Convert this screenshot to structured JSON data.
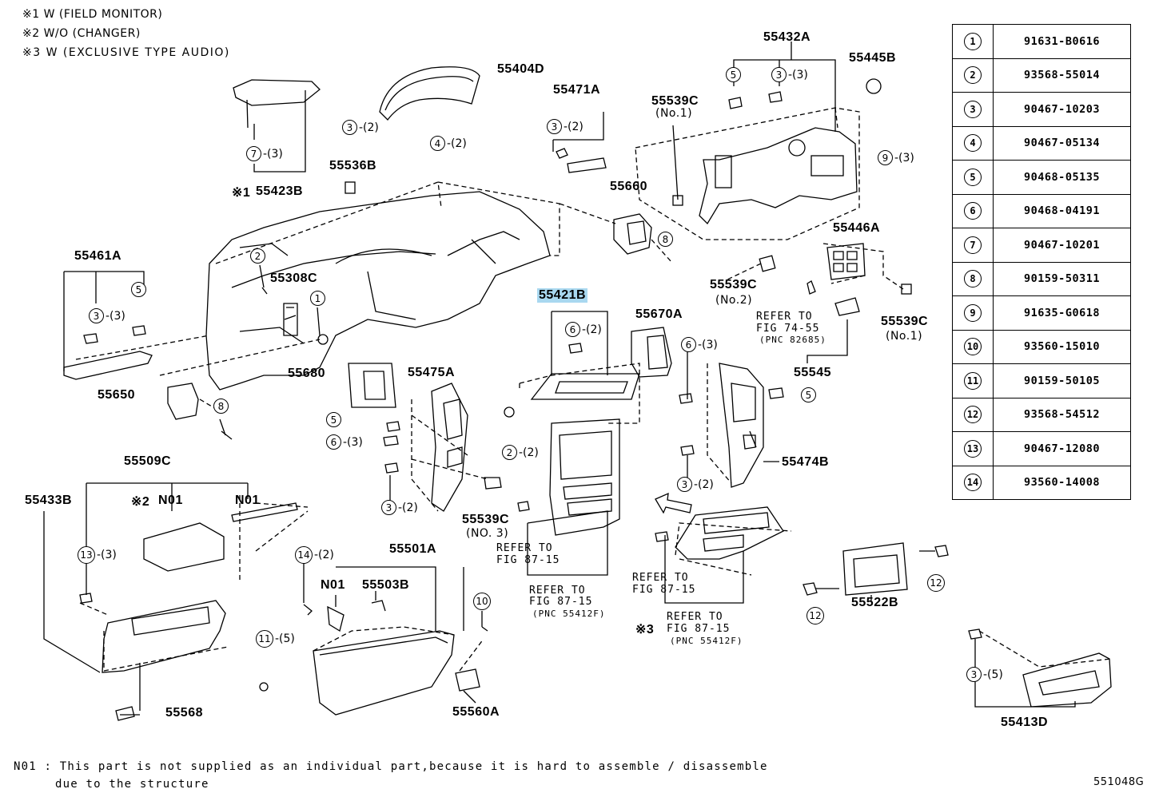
{
  "notes": {
    "n1": "※1 W (FIELD MONITOR)",
    "n2": "※2 W/O (CHANGER)",
    "n3": "※3 W (EXCLUSIVE TYPE AUDIO)"
  },
  "footer": {
    "n01_line1": "N01 : This part is not supplied as an individual part,because it is hard to assemble / disassemble",
    "n01_line2": "due to the structure",
    "diagram_code": "551048G"
  },
  "parts_table": [
    {
      "num": "1",
      "pn": "91631-B0616"
    },
    {
      "num": "2",
      "pn": "93568-55014"
    },
    {
      "num": "3",
      "pn": "90467-10203"
    },
    {
      "num": "4",
      "pn": "90467-05134"
    },
    {
      "num": "5",
      "pn": "90468-05135"
    },
    {
      "num": "6",
      "pn": "90468-04191"
    },
    {
      "num": "7",
      "pn": "90467-10201"
    },
    {
      "num": "8",
      "pn": "90159-50311"
    },
    {
      "num": "9",
      "pn": "91635-G0618"
    },
    {
      "num": "10",
      "pn": "93560-15010"
    },
    {
      "num": "11",
      "pn": "90159-50105"
    },
    {
      "num": "12",
      "pn": "93568-54512"
    },
    {
      "num": "13",
      "pn": "90467-12080"
    },
    {
      "num": "14",
      "pn": "93560-14008"
    }
  ],
  "labels": {
    "p55404D": "55404D",
    "p55423B": "55423B",
    "p55423B_mark": "※1",
    "p55536B": "55536B",
    "p55471A": "55471A",
    "p55539C_top": "55539C",
    "p55539C_top_sub": "(No.1)",
    "p55432A": "55432A",
    "p55445B": "55445B",
    "p55660": "55660",
    "p55461A": "55461A",
    "p55308C": "55308C",
    "p55446A": "55446A",
    "p55539C_mid": "55539C",
    "p55539C_mid_sub": "(No.2)",
    "p55421B": "55421B",
    "p55670A": "55670A",
    "p55539C_right": "55539C",
    "p55539C_right_sub": "(No.1)",
    "p55545": "55545",
    "p55680": "55680",
    "p55475A": "55475A",
    "p55650": "55650",
    "p55474B": "55474B",
    "p55509C": "55509C",
    "p55433B": "55433B",
    "N01_a": "N01",
    "N01_a_mark": "※2",
    "N01_b": "N01",
    "p55539C_no3": "55539C",
    "p55539C_no3_sub": "(NO. 3)",
    "p55501A": "55501A",
    "N01_c": "N01",
    "p55503B": "55503B",
    "p55522B": "55522B",
    "p55568": "55568",
    "p55560A": "55560A",
    "p55413D": "55413D",
    "ref_7455_l1": "REFER TO",
    "ref_7455_l2": "FIG 74-55",
    "ref_7455_l3": "(PNC 82685)",
    "ref_8715a_l1": "REFER TO",
    "ref_8715a_l2": "FIG 87-15",
    "ref_8715b_l1": "REFER TO",
    "ref_8715b_l2": "FIG 87-15",
    "ref_8715b_l3": "(PNC 55412F)",
    "ref_8715c_l1": "REFER TO",
    "ref_8715c_l2": "FIG 87-15",
    "ref_8715d_l1": "REFER TO",
    "ref_8715d_l2": "FIG 87-15",
    "ref_8715d_l3": "(PNC 55412F)",
    "ref_8715d_mark": "※3"
  },
  "callouts": [
    {
      "id": "c1",
      "num": "7",
      "qty": "-(3)"
    },
    {
      "id": "c2",
      "num": "3",
      "qty": "-(2)"
    },
    {
      "id": "c3",
      "num": "4",
      "qty": "-(2)"
    },
    {
      "id": "c4",
      "num": "3",
      "qty": "-(2)"
    },
    {
      "id": "c5",
      "num": "5",
      "qty": ""
    },
    {
      "id": "c6",
      "num": "3",
      "qty": "-(3)"
    },
    {
      "id": "c7",
      "num": "9",
      "qty": "-(3)"
    },
    {
      "id": "c8",
      "num": "2",
      "qty": ""
    },
    {
      "id": "c9",
      "num": "1",
      "qty": ""
    },
    {
      "id": "c10",
      "num": "3",
      "qty": "-(3)"
    },
    {
      "id": "c11",
      "num": "5",
      "qty": ""
    },
    {
      "id": "c12",
      "num": "8",
      "qty": ""
    },
    {
      "id": "c13",
      "num": "8",
      "qty": ""
    },
    {
      "id": "c14",
      "num": "6",
      "qty": "-(2)"
    },
    {
      "id": "c15",
      "num": "6",
      "qty": "-(3)"
    },
    {
      "id": "c16",
      "num": "5",
      "qty": ""
    },
    {
      "id": "c17",
      "num": "6",
      "qty": "-(3)"
    },
    {
      "id": "c18",
      "num": "5",
      "qty": ""
    },
    {
      "id": "c19",
      "num": "2",
      "qty": "-(2)"
    },
    {
      "id": "c20",
      "num": "3",
      "qty": "-(2)"
    },
    {
      "id": "c21",
      "num": "3",
      "qty": "-(2)"
    },
    {
      "id": "c22",
      "num": "13",
      "qty": "-(3)"
    },
    {
      "id": "c23",
      "num": "14",
      "qty": "-(2)"
    },
    {
      "id": "c24",
      "num": "10",
      "qty": ""
    },
    {
      "id": "c25",
      "num": "11",
      "qty": "-(5)"
    },
    {
      "id": "c26",
      "num": "12",
      "qty": ""
    },
    {
      "id": "c27",
      "num": "12",
      "qty": ""
    },
    {
      "id": "c28",
      "num": "3",
      "qty": "-(5)"
    }
  ]
}
